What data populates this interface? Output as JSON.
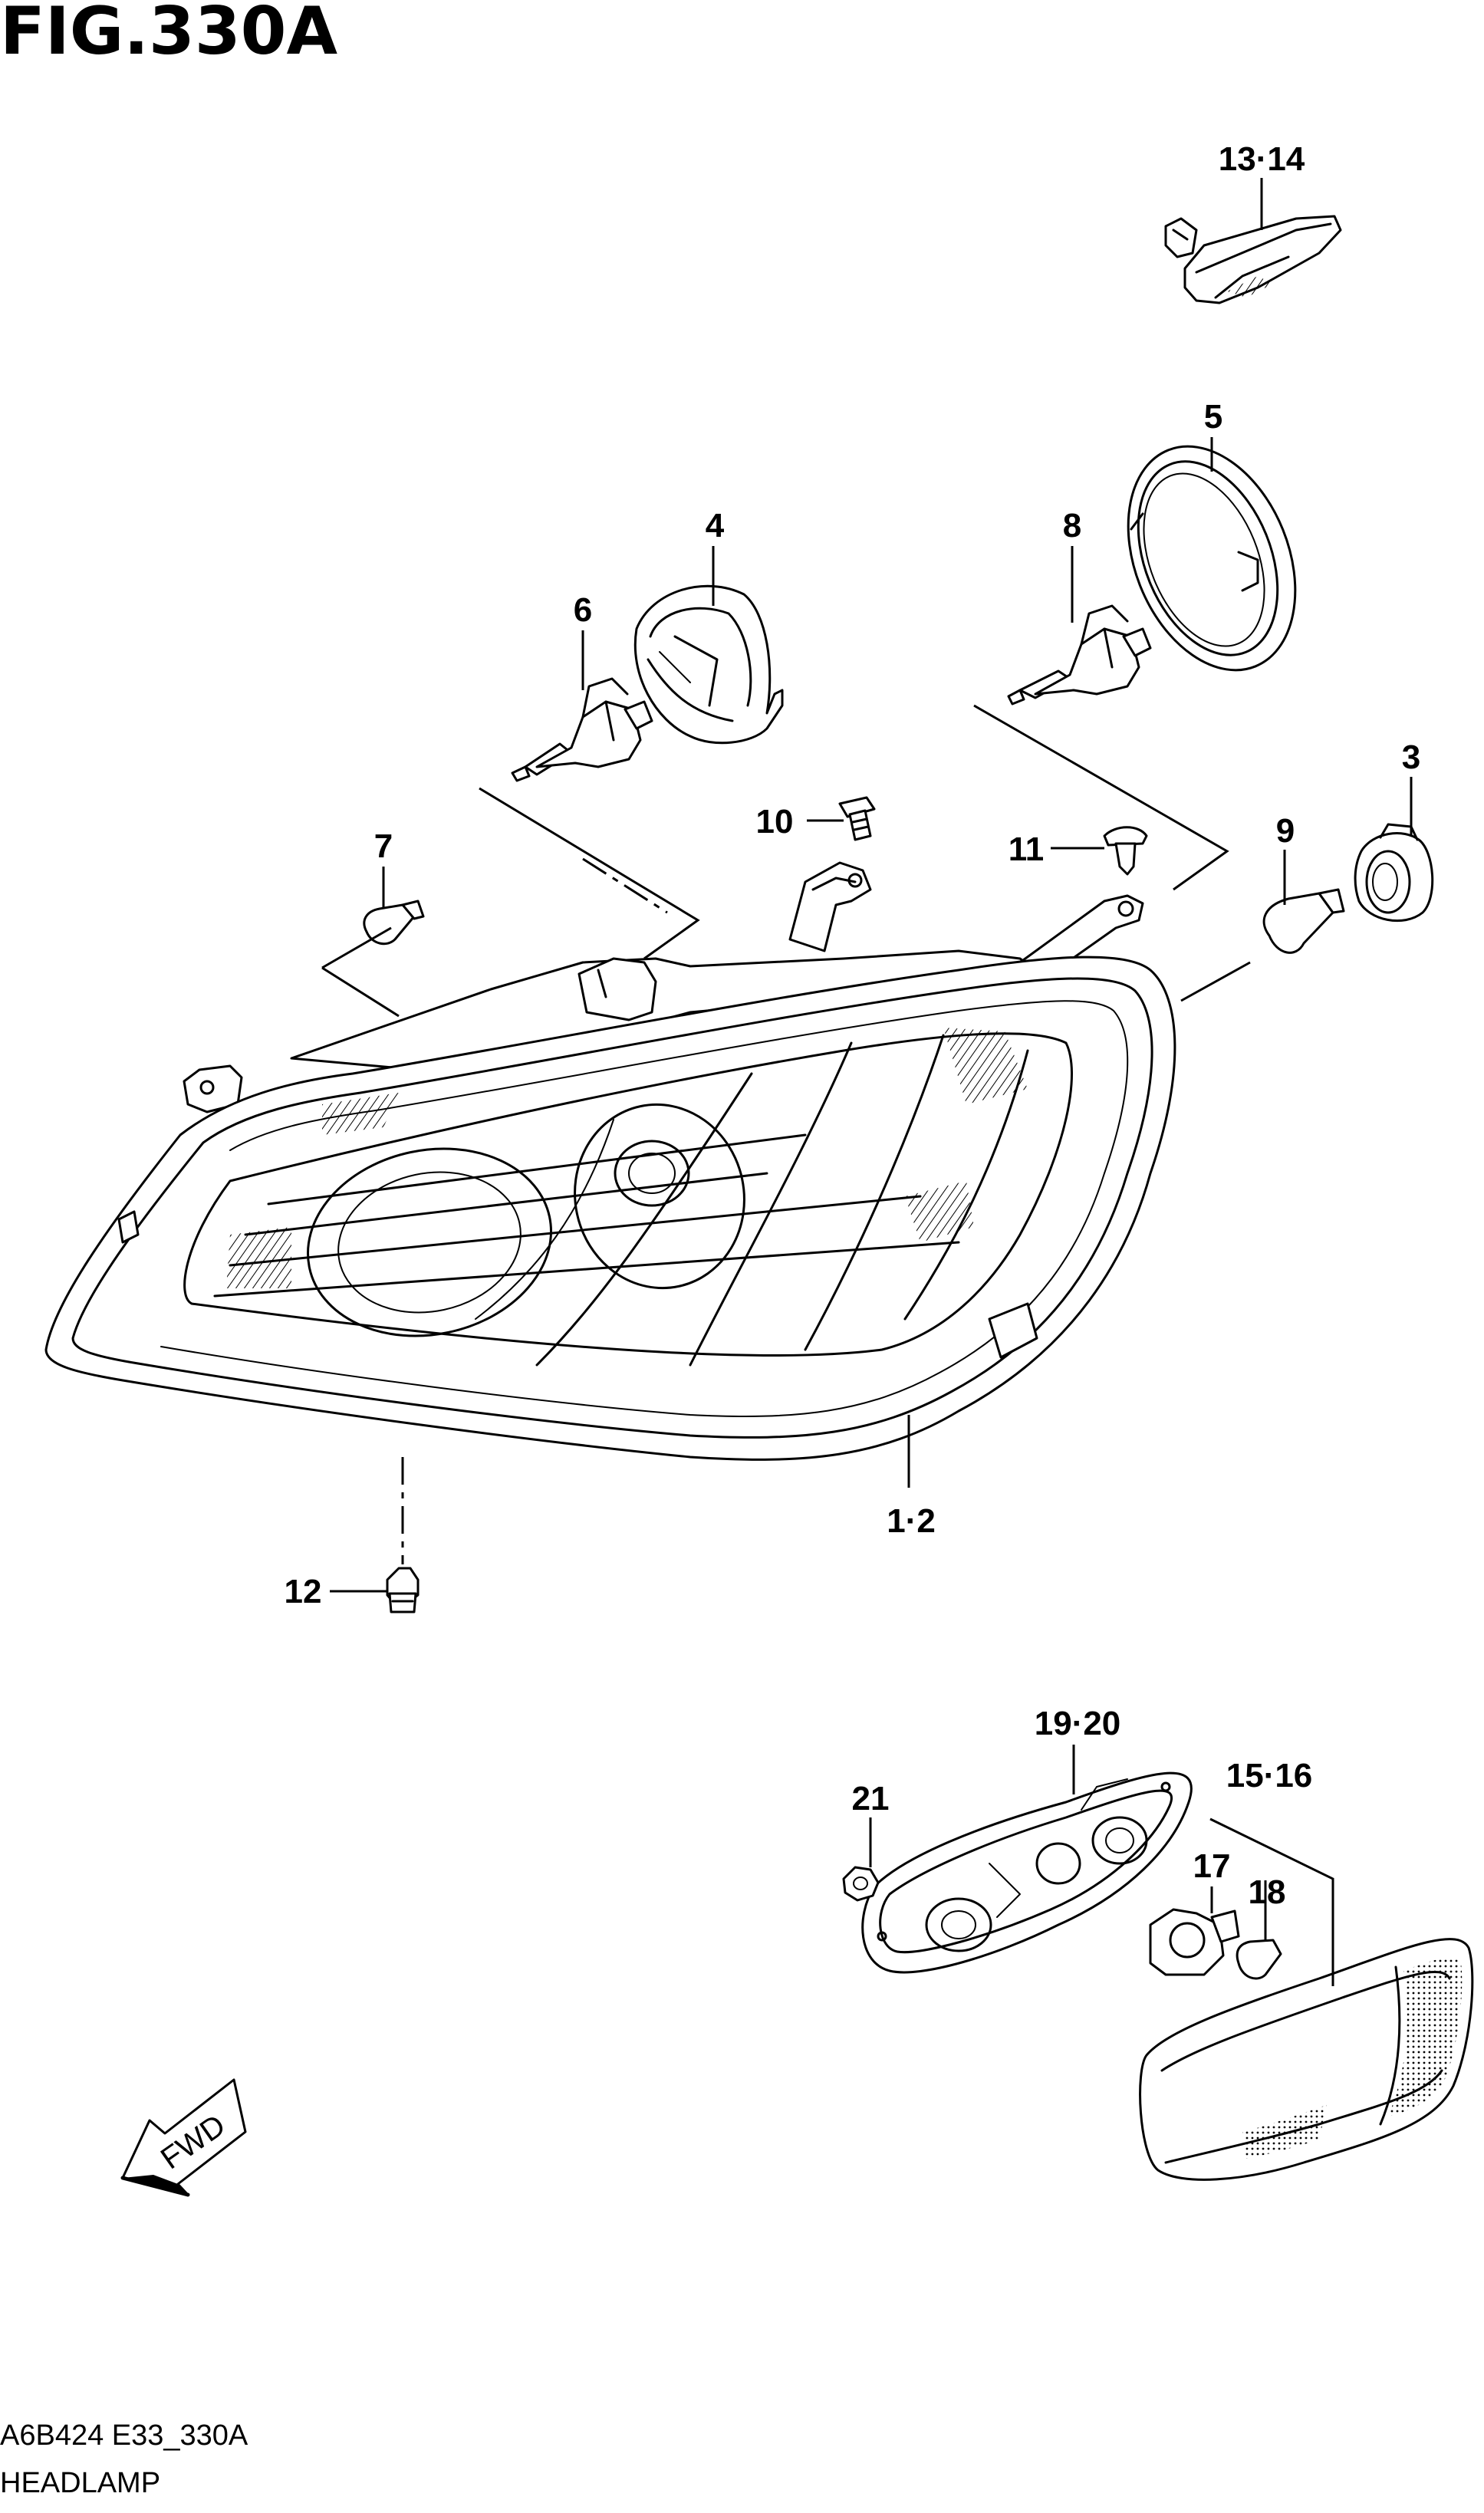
{
  "figure": {
    "title": "FIG.330A",
    "code": "A6B424 E33_330A",
    "name": "HEADLAMP"
  },
  "direction_marker": {
    "label": "FWD",
    "icon": "fwd-arrow-icon"
  },
  "callouts": [
    {
      "id": "c13-14",
      "label": "13·14"
    },
    {
      "id": "c5",
      "label": "5"
    },
    {
      "id": "c4",
      "label": "4"
    },
    {
      "id": "c8",
      "label": "8"
    },
    {
      "id": "c6",
      "label": "6"
    },
    {
      "id": "c3",
      "label": "3"
    },
    {
      "id": "c10",
      "label": "10"
    },
    {
      "id": "c11",
      "label": "11"
    },
    {
      "id": "c9",
      "label": "9"
    },
    {
      "id": "c7",
      "label": "7"
    },
    {
      "id": "c1-2",
      "label": "1·2"
    },
    {
      "id": "c12",
      "label": "12"
    },
    {
      "id": "c19-20",
      "label": "19·20"
    },
    {
      "id": "c15-16",
      "label": "15·16"
    },
    {
      "id": "c21",
      "label": "21"
    },
    {
      "id": "c17",
      "label": "17"
    },
    {
      "id": "c18",
      "label": "18"
    }
  ],
  "colors": {
    "ink": "#000000",
    "paper": "#ffffff"
  }
}
